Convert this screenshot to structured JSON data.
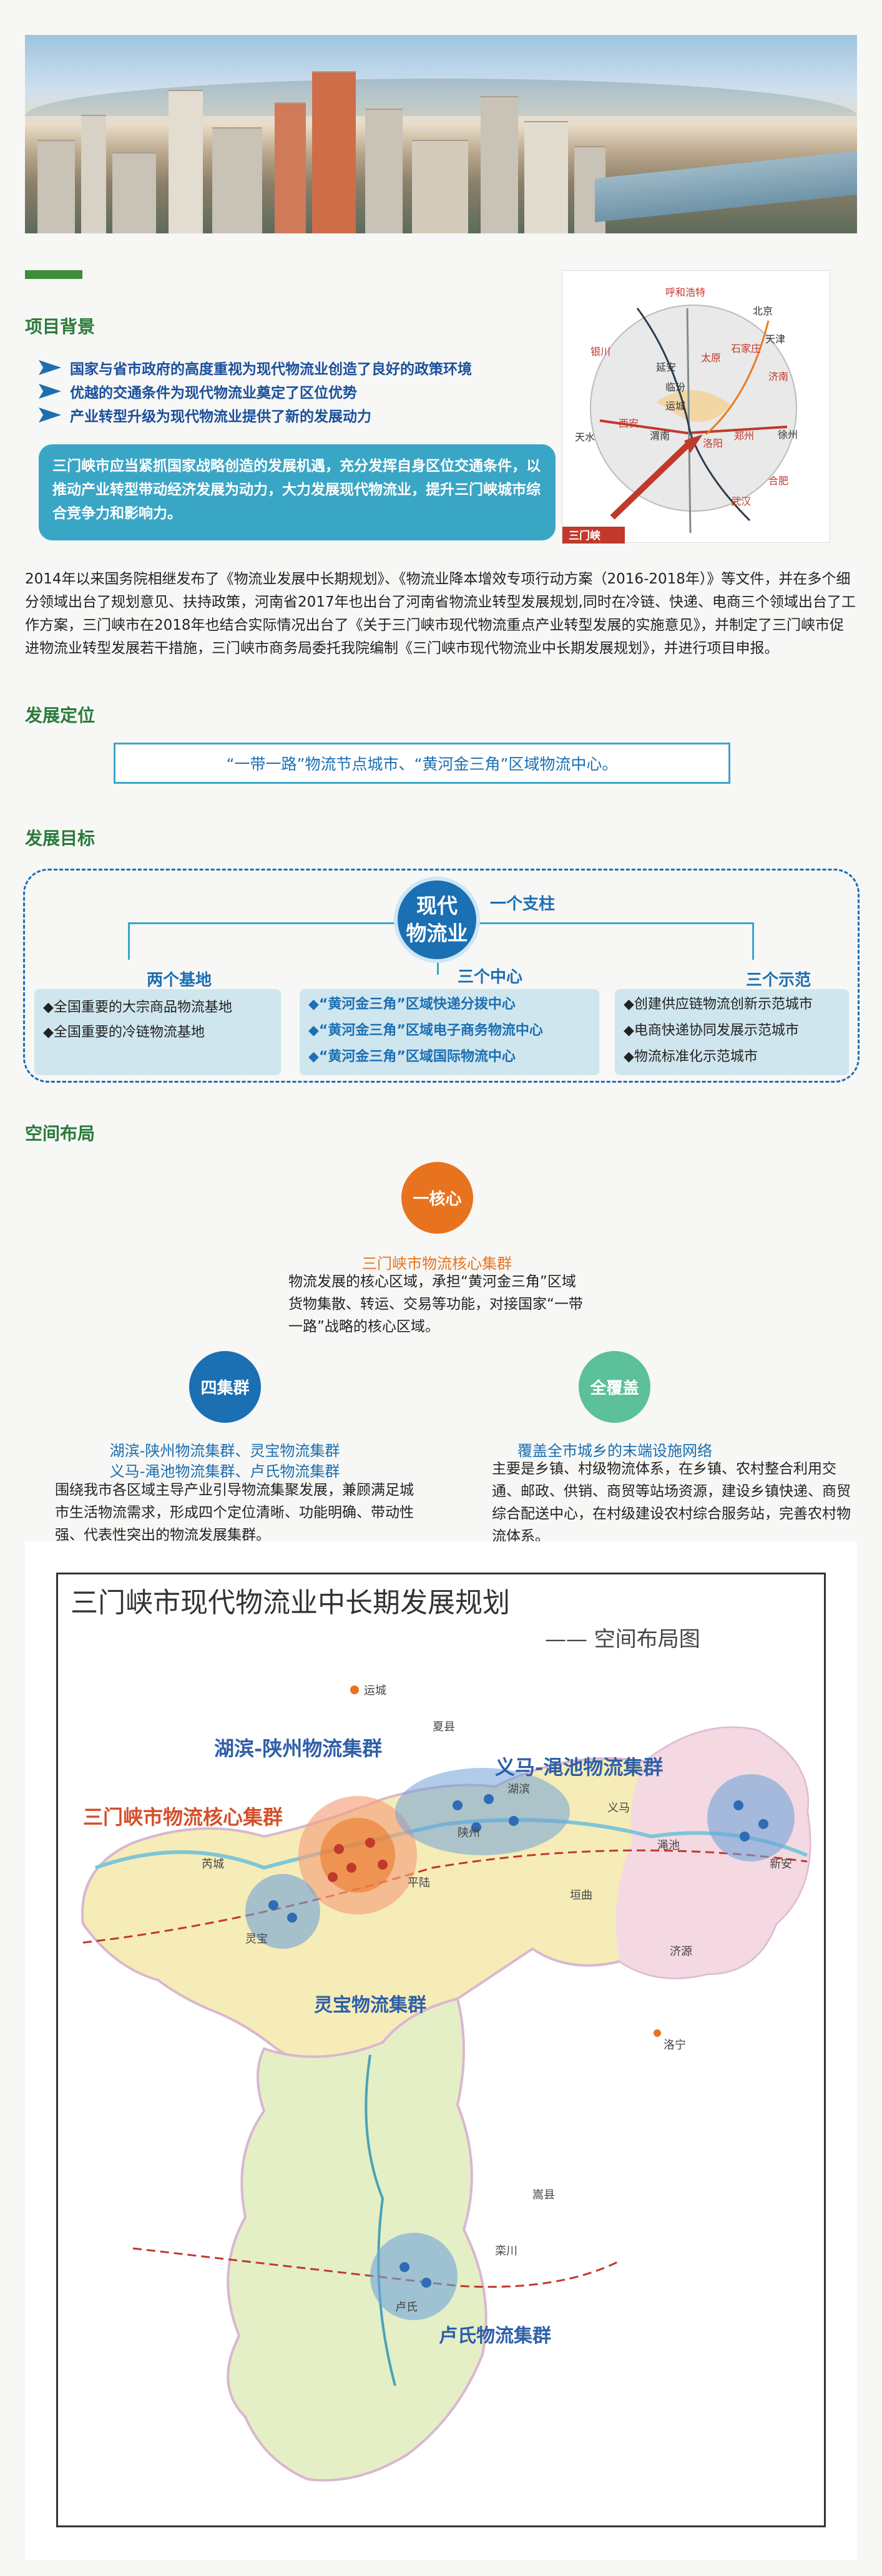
{
  "background": {
    "section_title": "项目背景",
    "bullets": [
      "国家与省市政府的高度重视为现代物流业创造了良好的政策环境",
      "优越的交通条件为现代物流业奠定了区位优势",
      "产业转型升级为现代物流业提供了新的发展动力"
    ],
    "bubble_text": "三门峡市应当紧抓国家战略创造的发展机遇，充分发挥自身区位交通条件，以推动产业转型带动经济发展为动力，大力发展现代物流业，提升三门峡城市综合竞争力和影响力。",
    "paragraph": "2014年以来国务院相继发布了《物流业发展中长期规划》、《物流业降本增效专项行动方案（2016-2018年）》等文件，并在多个细分领域出台了规划意见、扶持政策，河南省2017年也出台了河南省物流业转型发展规划,同时在冷链、快递、电商三个领域出台了工作方案，三门峡市在2018年也结合实际情况出台了《关于三门峡市现代物流重点产业转型发展的实施意见》，并制定了三门峡市促进物流业转型发展若干措施，三门峡市商务局委托我院编制《三门峡市现代物流业中长期发展规划》，并进行项目申报。",
    "location_map": {
      "cities": [
        "呼和浩特",
        "北京",
        "天津",
        "银川",
        "延安",
        "太原",
        "石家庄",
        "济南",
        "临汾",
        "运城",
        "天水",
        "西安",
        "渭南",
        "洛阳",
        "郑州",
        "徐州",
        "合肥",
        "武汉"
      ],
      "marker_label": "三门峡"
    }
  },
  "positioning": {
    "section_title": "发展定位",
    "statement": "“一带一路”物流节点城市、“黄河金三角”区域物流中心。"
  },
  "goals": {
    "section_title": "发展目标",
    "center": "现代\n物流业",
    "pillar_label": "一个支柱",
    "bases": {
      "label": "两个基地",
      "items": [
        "◆全国重要的大宗商品物流基地",
        "◆全国重要的冷链物流基地"
      ]
    },
    "centers": {
      "label": "三个中心",
      "items": [
        "◆“黄河金三角”区域快递分拨中心",
        "◆“黄河金三角”区域电子商务物流中心",
        "◆“黄河金三角”区域国际物流中心"
      ]
    },
    "demos": {
      "label": "三个示范",
      "items": [
        "◆创建供应链物流创新示范城市",
        "◆电商快递协同发展示范城市",
        "◆物流标准化示范城市"
      ]
    }
  },
  "layout": {
    "section_title": "空间布局",
    "core": {
      "badge": "一核心",
      "title": "三门峡市物流核心集群",
      "text": "物流发展的核心区域，承担“黄河金三角”区域货物集散、转运、交易等功能，对接国家“一带一路”战略的核心区域。"
    },
    "four": {
      "badge": "四集群",
      "title_line1": "湖滨-陕州物流集群、灵宝物流集群",
      "title_line2": "义马-渑池物流集群、卢氏物流集群",
      "text": "围绕我市各区域主导产业引导物流集聚发展，兼顾满足城市生活物流需求，形成四个定位清晰、功能明确、带动性强、代表性突出的物流发展集群。"
    },
    "full": {
      "badge": "全覆盖",
      "title": "覆盖全市城乡的末端设施网络",
      "text": "主要是乡镇、村级物流体系，在乡镇、农村整合利用交通、邮政、供销、商贸等站场资源，建设乡镇快递、商贸综合配送中心，在村级建设农村综合服务站，完善农村物流体系。"
    },
    "map": {
      "title": "三门峡市现代物流业中长期发展规划",
      "subtitle": "——  空间布局图",
      "labels": {
        "hubin": "湖滨-陕州物流集群",
        "yima": "义马-渑池物流集群",
        "core": "三门峡市物流核心集群",
        "lingbao": "灵宝物流集群",
        "lushi": "卢氏物流集群"
      },
      "places": [
        "运城",
        "芮城",
        "平陆",
        "夏县",
        "垣曲",
        "济源",
        "新安",
        "洛宁",
        "嵩县",
        "栾川",
        "灵宝",
        "卢氏",
        "渑池",
        "义马",
        "陕州",
        "湖滨"
      ]
    }
  },
  "colors": {
    "green": "#2a7a3a",
    "blue": "#1b6fb3",
    "teal": "#3aa6c6",
    "orange": "#e8731f",
    "mint": "#5cc09a"
  }
}
